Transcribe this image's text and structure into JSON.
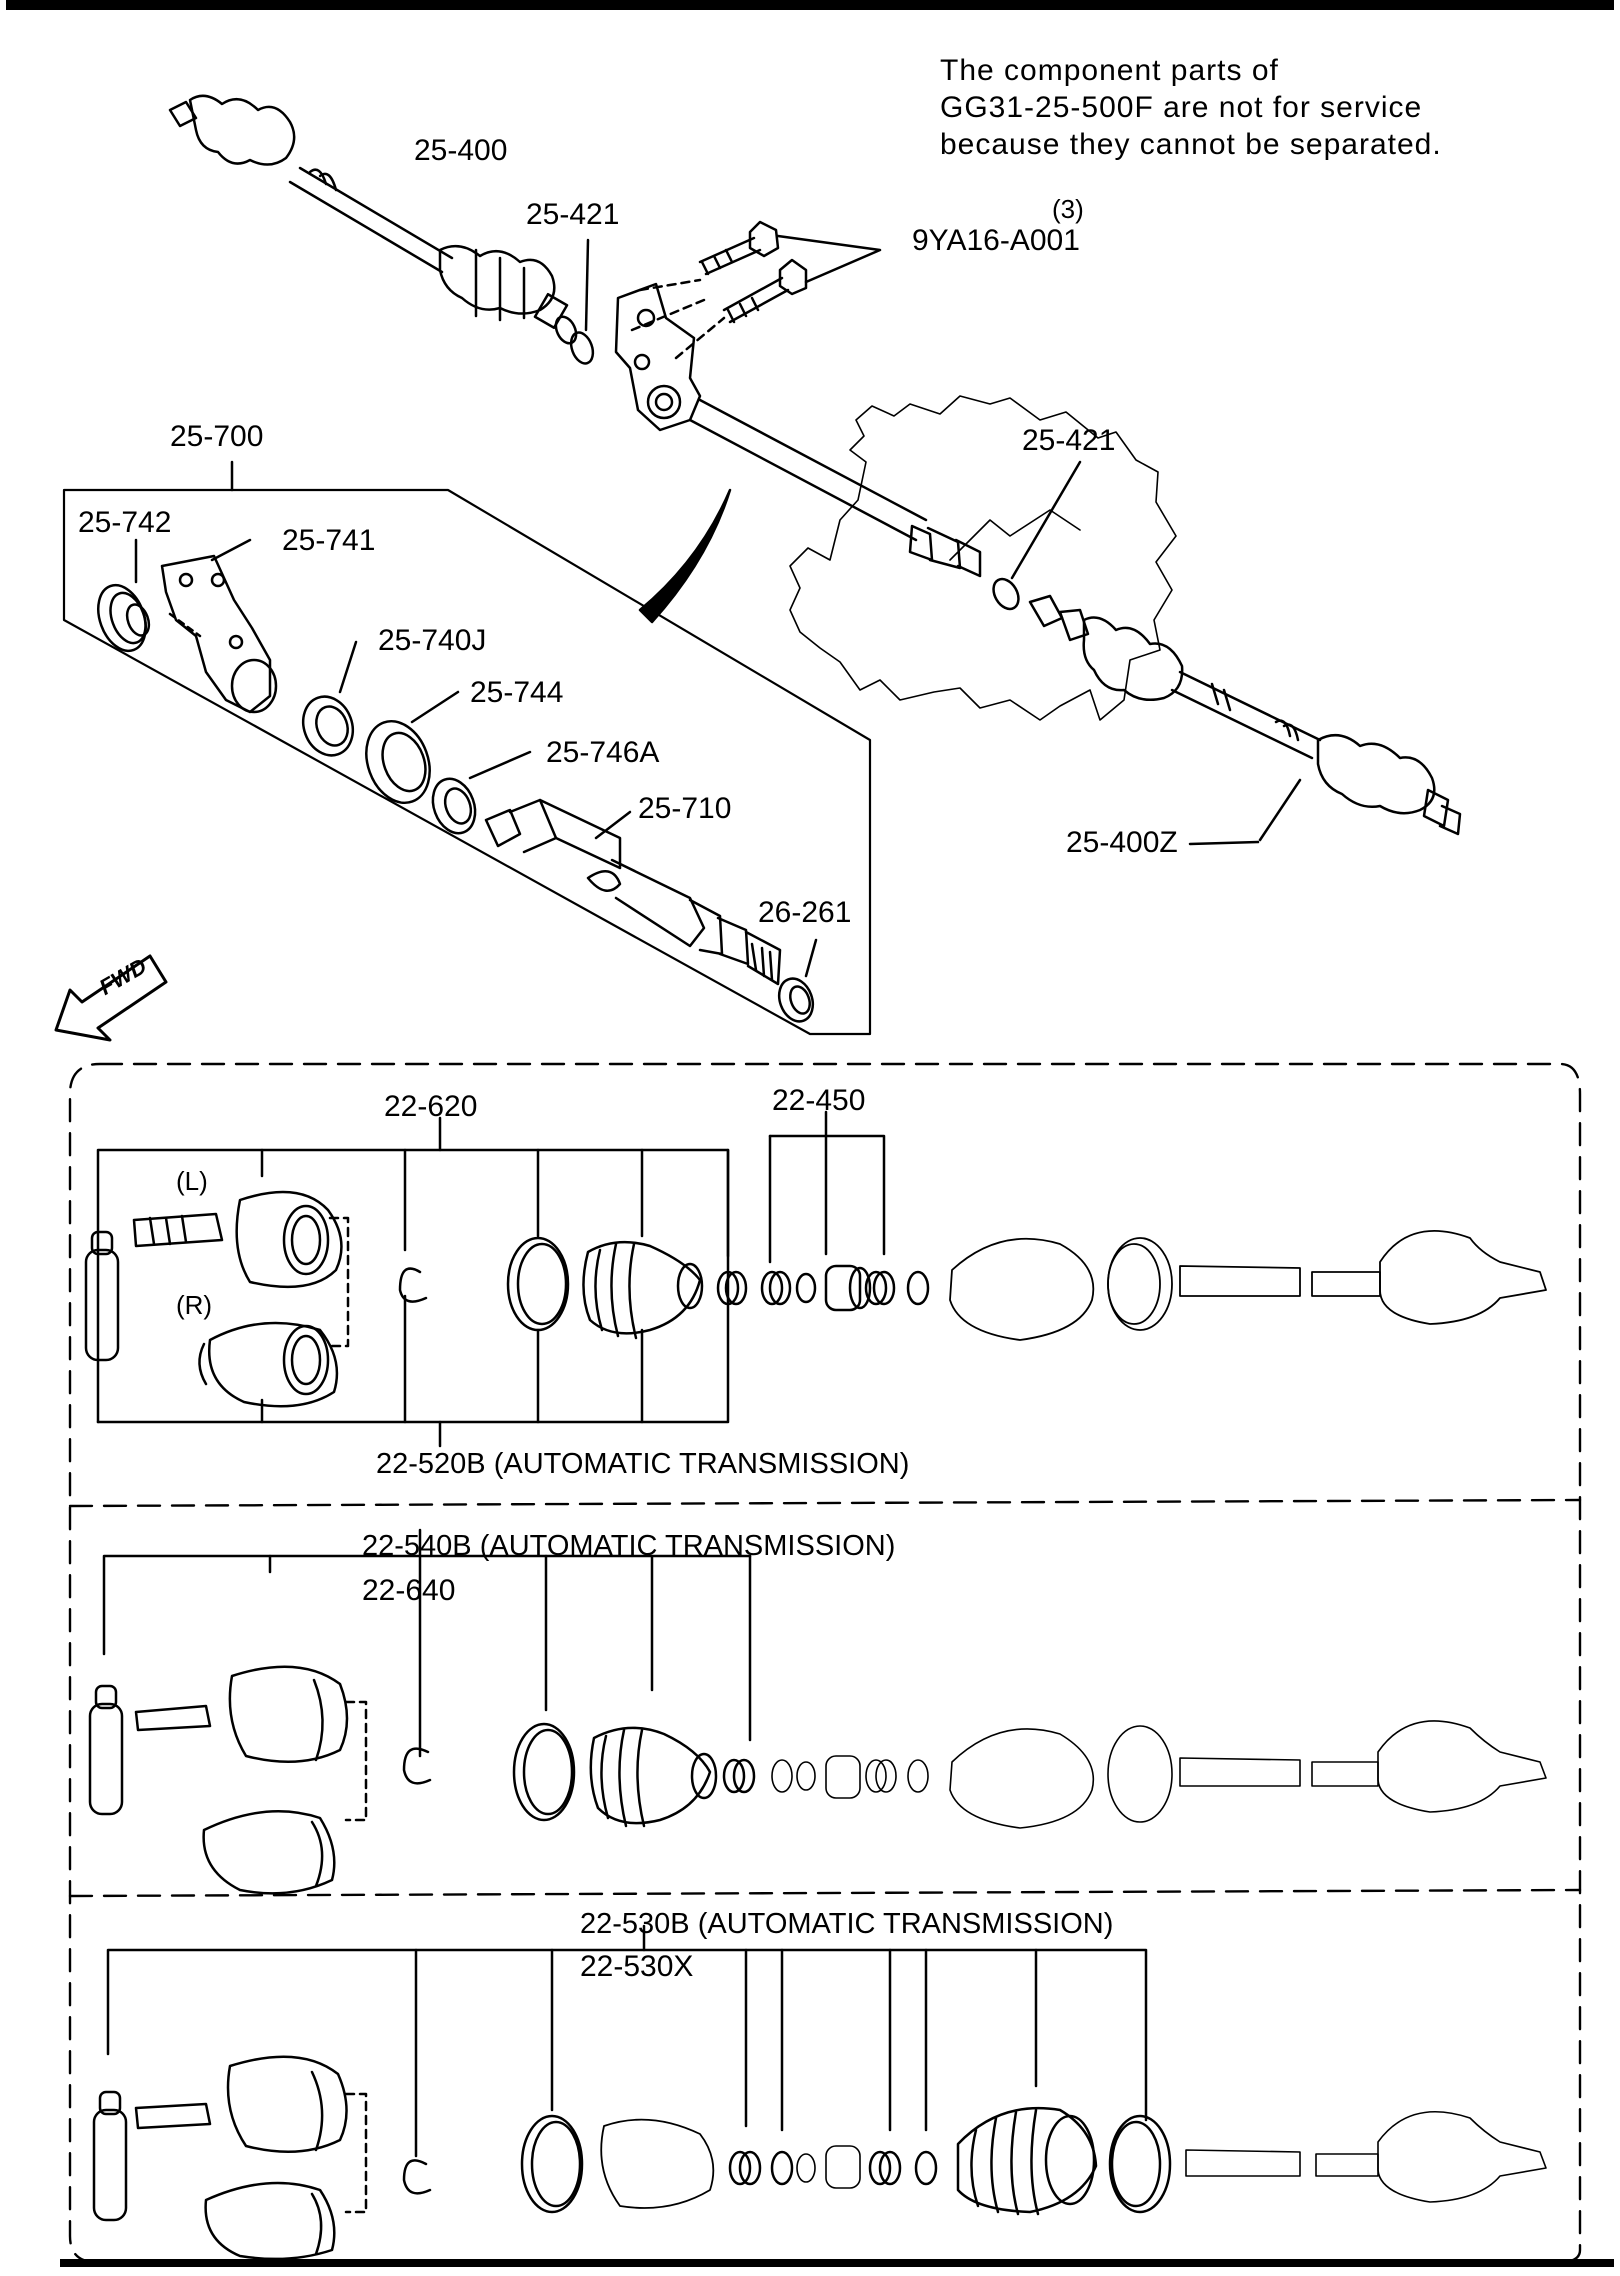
{
  "note": {
    "line1": "The component parts of",
    "line2": "GG31-25-500F are not for service",
    "line3": "because they cannot be separated."
  },
  "labels": {
    "p25_400": "25-400",
    "p25_421_a": "25-421",
    "qty_3": "(3)",
    "p9YA16": "9YA16-A001",
    "p25_700": "25-700",
    "p25_421_b": "25-421",
    "p25_742": "25-742",
    "p25_741": "25-741",
    "p25_740J": "25-740J",
    "p25_744": "25-744",
    "p25_746A": "25-746A",
    "p25_710": "25-710",
    "p26_261": "26-261",
    "p25_400Z": "25-400Z",
    "fwd": "FWD"
  },
  "section1": {
    "p22_620": "22-620",
    "p22_450": "22-450",
    "left": "(L)",
    "right": "(R)",
    "title": "22-520B (AUTOMATIC TRANSMISSION)"
  },
  "section2": {
    "title": "22-540B (AUTOMATIC TRANSMISSION)",
    "p22_640": "22-640"
  },
  "section3": {
    "title": "22-530B (AUTOMATIC TRANSMISSION)",
    "p22_530X": "22-530X"
  }
}
